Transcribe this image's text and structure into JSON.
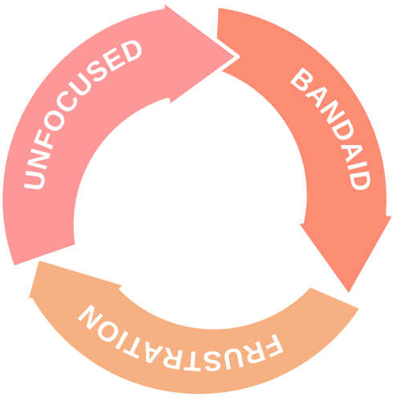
{
  "cycle": {
    "stages": [
      {
        "label": "UNFOCUSED",
        "color": "#fc9897"
      },
      {
        "label": "BANDAID",
        "color": "#fd8c74"
      },
      {
        "label": "FRUSTRATION",
        "color": "#f7b081"
      }
    ]
  }
}
